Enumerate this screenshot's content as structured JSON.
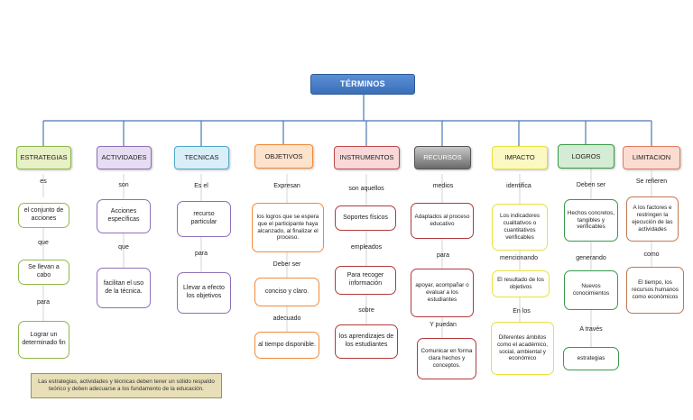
{
  "root": "TÉRMINOS",
  "colors": {
    "line": "#4a78b5",
    "estrategias": "#8fb84a",
    "actividades": "#8f6fb8",
    "tecnicas": "#4fa8c8",
    "objetivos": "#f08a3a",
    "instrumentos": "#b03a3a",
    "impacto": "#e8e23a",
    "logros": "#3a9a4a",
    "limitacion": "#c07850"
  },
  "headings": {
    "estrategias": "ESTRATEGIAS",
    "actividades": "ACTIVIDADES",
    "tecnicas": "TECNICAS",
    "objetivos": "OBJETIVOS",
    "instrumentos": "INSTRUMENTOS",
    "recursos": "RECURSOS",
    "impacto": "IMPACTO",
    "logros": "LOGROS",
    "limitacion": "LIMITACION"
  },
  "estrategias": {
    "link1": "es",
    "box1": "el conjunto de acciones",
    "link2": "que",
    "box2": "Se llevan a cabo",
    "link3": "para",
    "box3": "Lograr un determinado fin"
  },
  "actividades": {
    "link1": "son",
    "box1": "Acciones específicas",
    "link2": "que",
    "box2": "facilitan el uso de la técnica."
  },
  "tecnicas": {
    "link1": "Es el",
    "box1": "recurso particular",
    "link2": "para",
    "box2": "Llevar a efecto los objetivos"
  },
  "objetivos": {
    "link1": "Expresan",
    "box1": "los logros que se espera que el participante haya alcanzado, al finalizar el proceso.",
    "link2": "Deber ser",
    "box2": "conciso y claro.",
    "link3": "adecuado",
    "box3": "al tiempo disponible."
  },
  "instrumentos": {
    "link1": "son aquellos",
    "box1": "Soportes físicos",
    "link2": "empleados",
    "box2": "Para recoger información",
    "link3": "sobre",
    "box3": "los aprendizajes de los estudiantes"
  },
  "recursos": {
    "link1": "medios",
    "box1": "Adaptados al proceso educativo",
    "link2": "para",
    "box2": "apoyar, acompañar o evaluar a los estudiantes",
    "link3": "Y puedan",
    "box3": "Comunicar en forma clara hechos y conceptos."
  },
  "impacto": {
    "link1": "identifica",
    "box1": "Los indicadores cualitativos o cuantitativos verificables",
    "link2": "mencionando",
    "box2": "El resultado de los objetivos",
    "link3": "En los",
    "box3": "Diferentes ámbitos como el académico, social, ambiental y económico"
  },
  "logros": {
    "link1": "Deben ser",
    "box1": "Hechos concretos, tangibles y verificables",
    "link2": "generando",
    "box2": "Nuevos conocimientos",
    "link3": "A través",
    "box3": "estrategias"
  },
  "limitacion": {
    "link1": "Se refieren",
    "box1": "A los factores e restringen la ejecución de las actividades",
    "link2": "como",
    "box2": "El tiempo, los recursos humanos como económicos"
  },
  "note": "Las estrategias, actividades y técnicas deben tener un sólido respaldo teórico y deben adecuarse a los fundamento de la educación."
}
